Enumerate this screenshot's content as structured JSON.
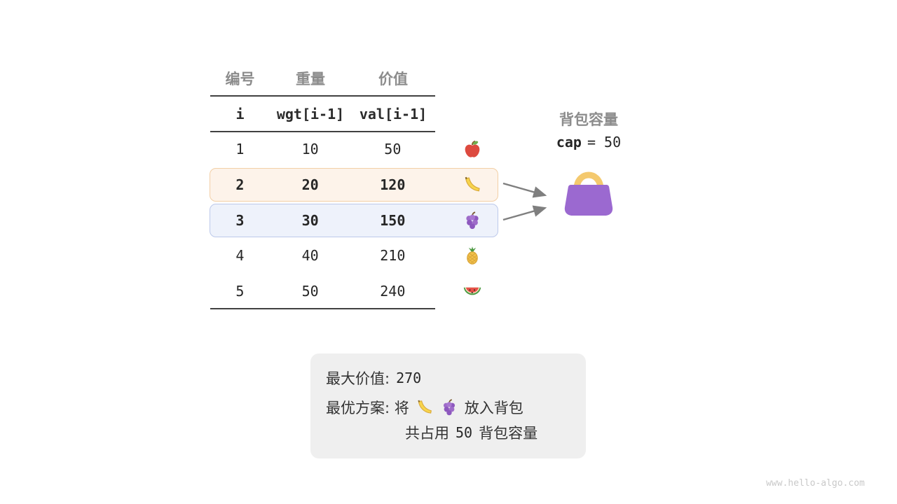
{
  "table": {
    "headers_cn": [
      "编号",
      "重量",
      "价值"
    ],
    "headers_code": [
      "i",
      "wgt[i-1]",
      "val[i-1]"
    ],
    "rows": [
      {
        "i": "1",
        "wgt": "10",
        "val": "50",
        "fruit": "apple",
        "highlight": "none"
      },
      {
        "i": "2",
        "wgt": "20",
        "val": "120",
        "fruit": "banana",
        "highlight": "orange"
      },
      {
        "i": "3",
        "wgt": "30",
        "val": "150",
        "fruit": "grapes",
        "highlight": "blue"
      },
      {
        "i": "4",
        "wgt": "40",
        "val": "210",
        "fruit": "pineapple",
        "highlight": "none"
      },
      {
        "i": "5",
        "wgt": "50",
        "val": "240",
        "fruit": "watermelon",
        "highlight": "none"
      }
    ]
  },
  "knapsack": {
    "label": "背包容量",
    "cap_keyword": "cap",
    "cap_rest": "= 50"
  },
  "result": {
    "line1_label": "最大价值:",
    "line1_value": "270",
    "line2_prefix": "最优方案: 将",
    "line2_suffix": "放入背包",
    "line3_prefix": "共占用",
    "line3_value": "50",
    "line3_suffix": "背包容量"
  },
  "watermark": "www.hello-algo.com",
  "colors": {
    "highlight_orange_bg": "#fdf3ea",
    "highlight_orange_border": "#f2cfa6",
    "highlight_blue_bg": "#eef2fb",
    "highlight_blue_border": "#bcc9ea",
    "bag_body": "#9b69d0",
    "bag_handle": "#f4c96e",
    "result_box_bg": "#efefef",
    "arrow": "#7f7f7f",
    "header_gray": "#8c8c8c"
  }
}
